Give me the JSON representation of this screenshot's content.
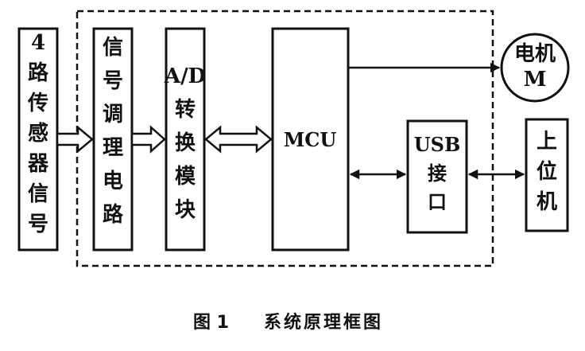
{
  "diagram": {
    "blocks": {
      "sensor": {
        "label": [
          "4",
          "路",
          "传",
          "感",
          "器",
          "信",
          "号"
        ]
      },
      "conditioning": {
        "label": [
          "信",
          "号",
          "调",
          "理",
          "电",
          "路"
        ]
      },
      "adc": {
        "label": [
          "A/D",
          "转",
          "换",
          "模",
          "块"
        ]
      },
      "mcu": {
        "label": [
          "MCU"
        ]
      },
      "usb": {
        "label": [
          "USB",
          "接",
          "口"
        ]
      },
      "host": {
        "label": [
          "上",
          "位",
          "机"
        ]
      },
      "motor": {
        "label": [
          "电机",
          "M"
        ]
      }
    },
    "caption": {
      "figure": "图 1",
      "title": "系统原理框图"
    }
  }
}
